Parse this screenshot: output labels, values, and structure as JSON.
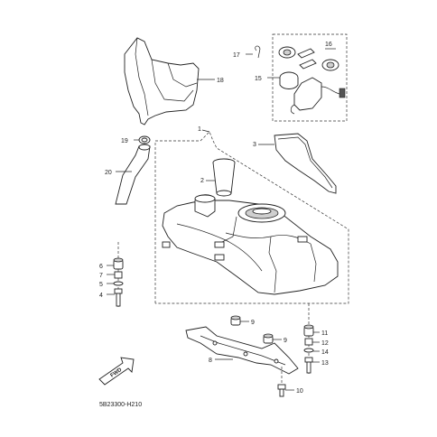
{
  "diagram": {
    "reference_code": "5B23300-H210",
    "direction_label": "FWD",
    "callouts": [
      {
        "id": "c1",
        "label": "1"
      },
      {
        "id": "c2",
        "label": "2"
      },
      {
        "id": "c3",
        "label": "3"
      },
      {
        "id": "c4",
        "label": "4"
      },
      {
        "id": "c5",
        "label": "5"
      },
      {
        "id": "c6",
        "label": "6"
      },
      {
        "id": "c7",
        "label": "7"
      },
      {
        "id": "c8",
        "label": "8"
      },
      {
        "id": "c9a",
        "label": "9"
      },
      {
        "id": "c9b",
        "label": "9"
      },
      {
        "id": "c10",
        "label": "10"
      },
      {
        "id": "c11",
        "label": "11"
      },
      {
        "id": "c12",
        "label": "12"
      },
      {
        "id": "c13",
        "label": "13"
      },
      {
        "id": "c14",
        "label": "14"
      },
      {
        "id": "c15",
        "label": "15"
      },
      {
        "id": "c16",
        "label": "16"
      },
      {
        "id": "c17",
        "label": "17"
      },
      {
        "id": "c18",
        "label": "18"
      },
      {
        "id": "c19",
        "label": "19"
      },
      {
        "id": "c20",
        "label": "20"
      }
    ]
  }
}
